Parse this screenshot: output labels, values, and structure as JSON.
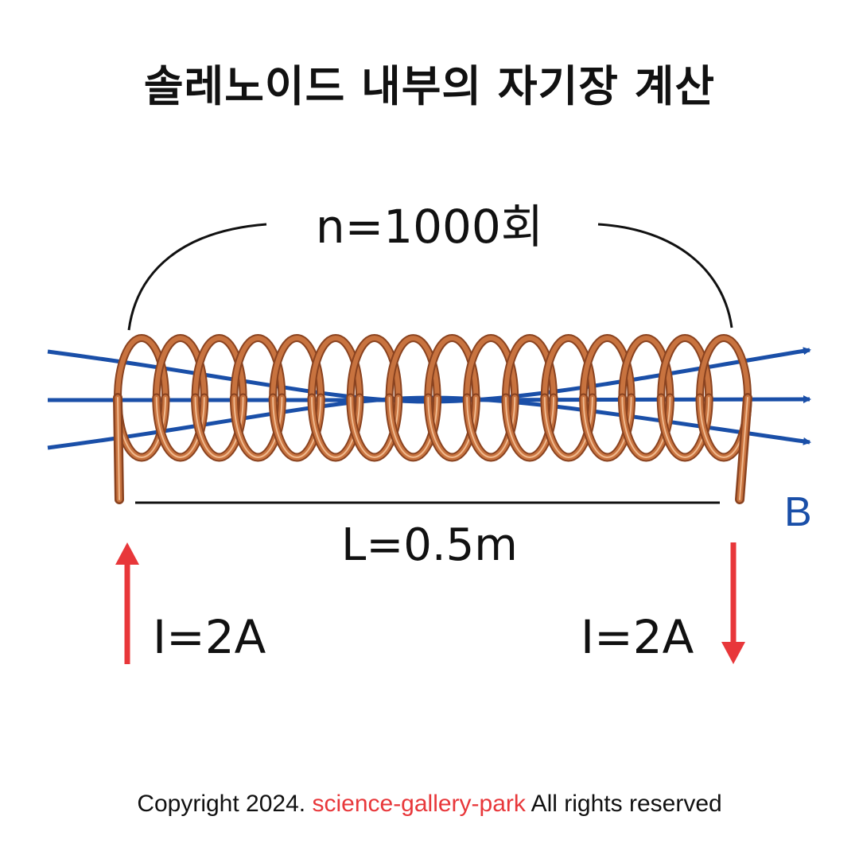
{
  "title": "솔레노이드 내부의 자기장 계산",
  "turns_label": "n=1000회",
  "length_label": "L=0.5m",
  "current_label_left": "I=2A",
  "current_label_right": "I=2A",
  "field_label": "B",
  "footer": {
    "prefix": "Copyright 2024.",
    "site": "science-gallery-park",
    "suffix": "All rights reserved"
  },
  "colors": {
    "field": "#1a4fa8",
    "current": "#e8373a",
    "coil": "#c8733f",
    "coil_shadow": "#8a4320",
    "coil_highlight": "#f0b98e",
    "text": "#111111"
  }
}
